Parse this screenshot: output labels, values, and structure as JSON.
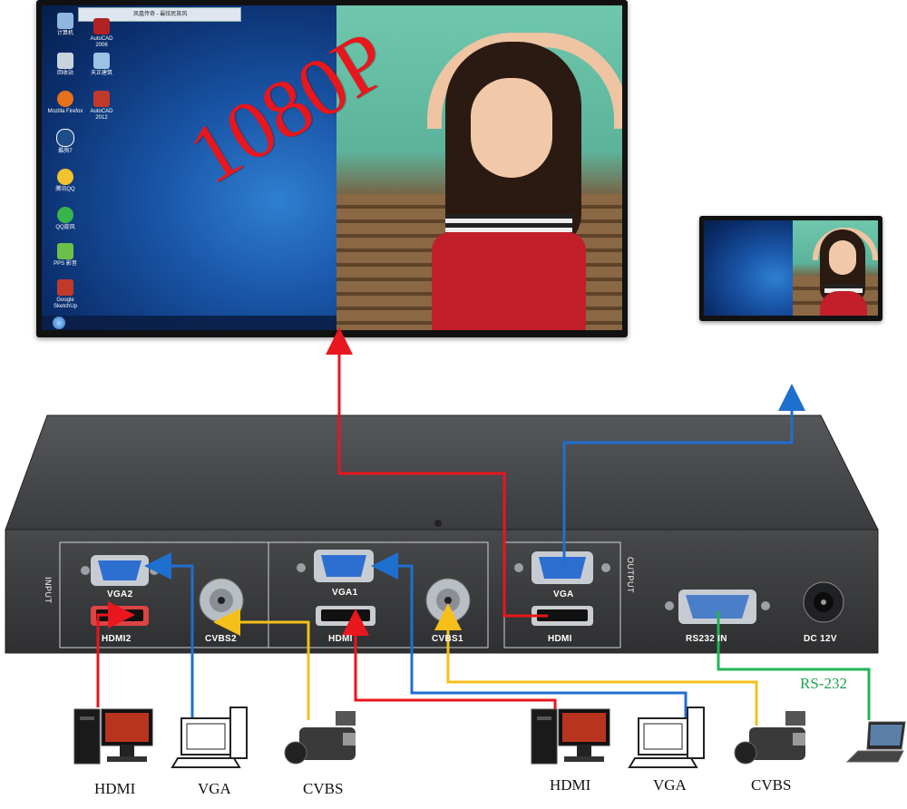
{
  "overlay": {
    "resolution": "1080P"
  },
  "desktop": {
    "media_bar": "凤凰传奇 - 最炫民族风",
    "icons": [
      {
        "label": "计算机"
      },
      {
        "label": "AutoCAD 2006"
      },
      {
        "label": "回收站"
      },
      {
        "label": "天正建筑"
      },
      {
        "label": "Mozilla Firefox"
      },
      {
        "label": "AutoCAD 2012"
      },
      {
        "label": "酷狗7"
      },
      {
        "label": "腾讯QQ"
      },
      {
        "label": "QQ旋风"
      },
      {
        "label": "PPS 影音"
      },
      {
        "label": "Google SketchUp"
      }
    ]
  },
  "device": {
    "input_label": "INPUT",
    "output_label": "OUTPUT",
    "ports": {
      "vga2": "VGA2",
      "hdmi2": "HDMI2",
      "cvbs2": "CVBS2",
      "vga1": "VGA1",
      "hdmi1": "HDMI",
      "cvbs1": "CVBS1",
      "vga_out": "VGA",
      "hdmi_out": "HDMI",
      "rs232": "RS232 IN",
      "dc": "DC 12V"
    }
  },
  "sources": {
    "left": {
      "hdmi": "HDMI",
      "vga": "VGA",
      "cvbs": "CVBS"
    },
    "right": {
      "hdmi": "HDMI",
      "vga": "VGA",
      "cvbs": "CVBS"
    },
    "rs232": "RS-232"
  },
  "colors": {
    "hdmi_line": "#e8161d",
    "vga_line": "#1f6fcf",
    "cvbs_line": "#f5c01a",
    "rs232_line": "#22b455",
    "device_body": "#3b3d40"
  }
}
